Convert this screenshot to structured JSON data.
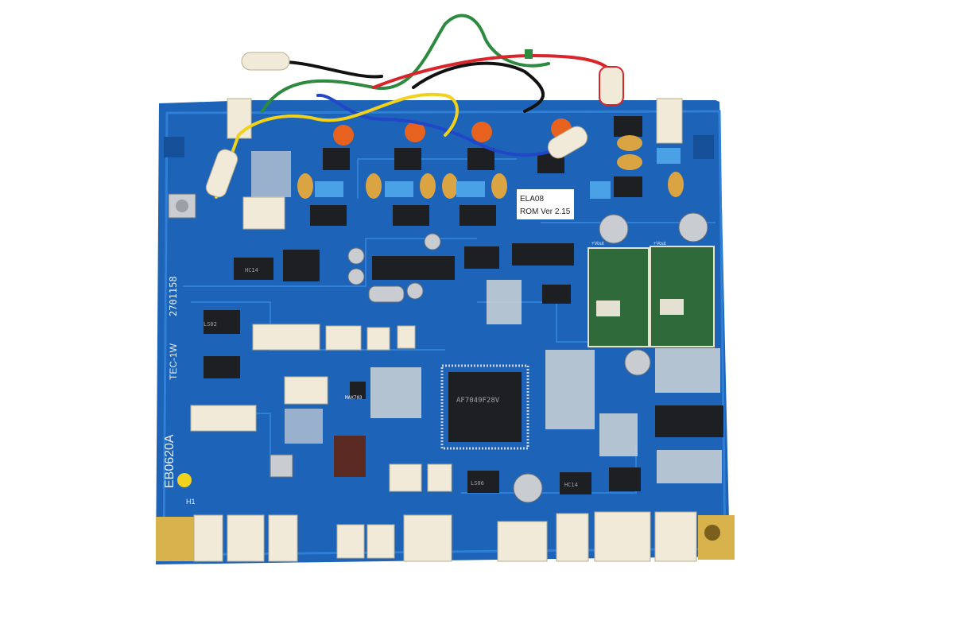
{
  "colors": {
    "background": "#ffffff",
    "board": "#1d63b8",
    "board_dark": "#154f98",
    "trace": "#2f7fd6",
    "pad_silver": "#cfd3d6",
    "ic_black": "#1e1f22",
    "connector_ivory": "#f2ead8",
    "capacitor_orange": "#e8621f",
    "capacitor_tan": "#d9a441",
    "daughter_green": "#2f6b3a",
    "gold_pad": "#d8b24a",
    "wire_red": "#d9242a",
    "wire_green": "#2d8a3e",
    "wire_blue": "#2147c8",
    "wire_yellow": "#f2d11a",
    "wire_black": "#111111"
  },
  "labels": {
    "rom_line1": "ELA08",
    "rom_line2": "ROM Ver 2.15",
    "board_id": "EB0620A",
    "model": "TEC-1W",
    "serial": "2701158",
    "mcu": "AF7049F28V",
    "hc14": "HC14",
    "ls02": "LS02",
    "ls06": "LS06",
    "hc14b": "HC14",
    "max": "MAX703",
    "h1": "H1",
    "vout1": "+Vout",
    "vout2": "+Vout"
  }
}
